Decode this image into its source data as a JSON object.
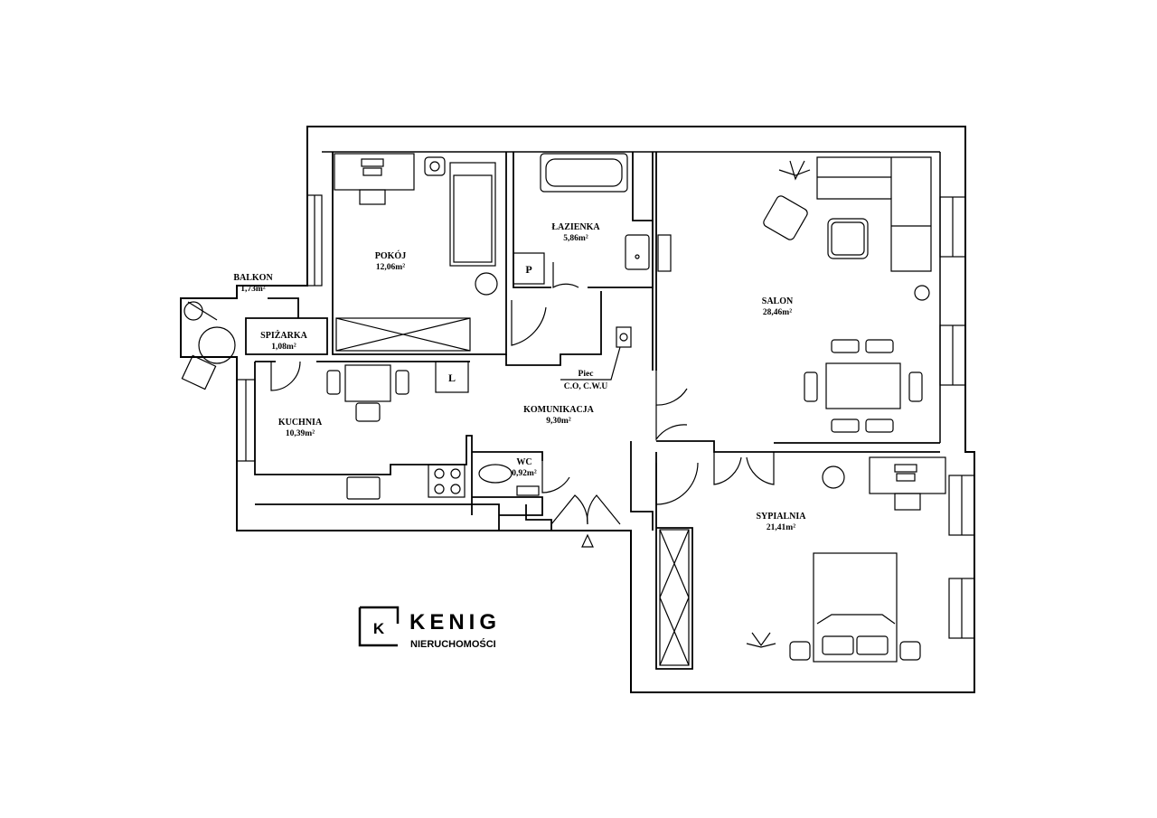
{
  "rooms": {
    "balkon": {
      "name": "BALKON",
      "area": "1,73m²"
    },
    "spizarka": {
      "name": "SPIŻARKA",
      "area": "1,08m²"
    },
    "pokoj": {
      "name": "POKÓJ",
      "area": "12,06m²"
    },
    "lazienka": {
      "name": "ŁAZIENKA",
      "area": "5,86m²"
    },
    "salon": {
      "name": "SALON",
      "area": "28,46m²"
    },
    "kuchnia": {
      "name": "KUCHNIA",
      "area": "10,39m²"
    },
    "komunikacja": {
      "name": "KOMUNIKACJA",
      "area": "9,30m²"
    },
    "wc": {
      "name": "WC",
      "area": "0,92m²"
    },
    "sypialnia": {
      "name": "SYPIALNIA",
      "area": "21,41m²"
    }
  },
  "fixtures": {
    "piec_title": "Piec",
    "piec_desc": "C.O, C.W.U",
    "pralka_letter": "P",
    "lodowka_letter": "L"
  },
  "logo": {
    "letter": "K",
    "brand": "KENIG",
    "subtitle": "NIERUCHOMOŚCI"
  }
}
